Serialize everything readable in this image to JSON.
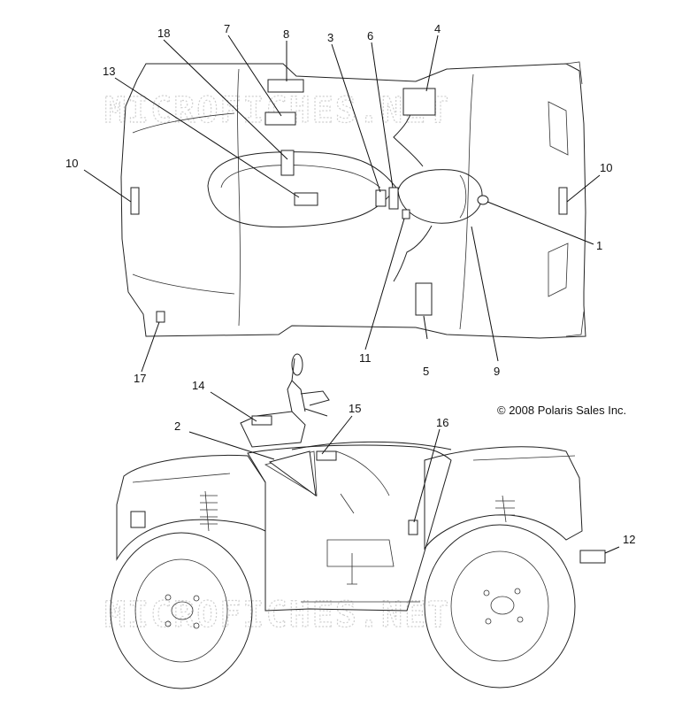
{
  "copyright": "© 2008 Polaris Sales Inc.",
  "watermark": "MICROFICHES.NET",
  "callouts": {
    "c1": "1",
    "c2": "2",
    "c3": "3",
    "c4": "4",
    "c5": "5",
    "c6": "6",
    "c7": "7",
    "c8": "8",
    "c9": "9",
    "c10_left": "10",
    "c10_right": "10",
    "c11": "11",
    "c12": "12",
    "c13": "13",
    "c14": "14",
    "c15": "15",
    "c16": "16",
    "c17": "17",
    "c18": "18"
  }
}
